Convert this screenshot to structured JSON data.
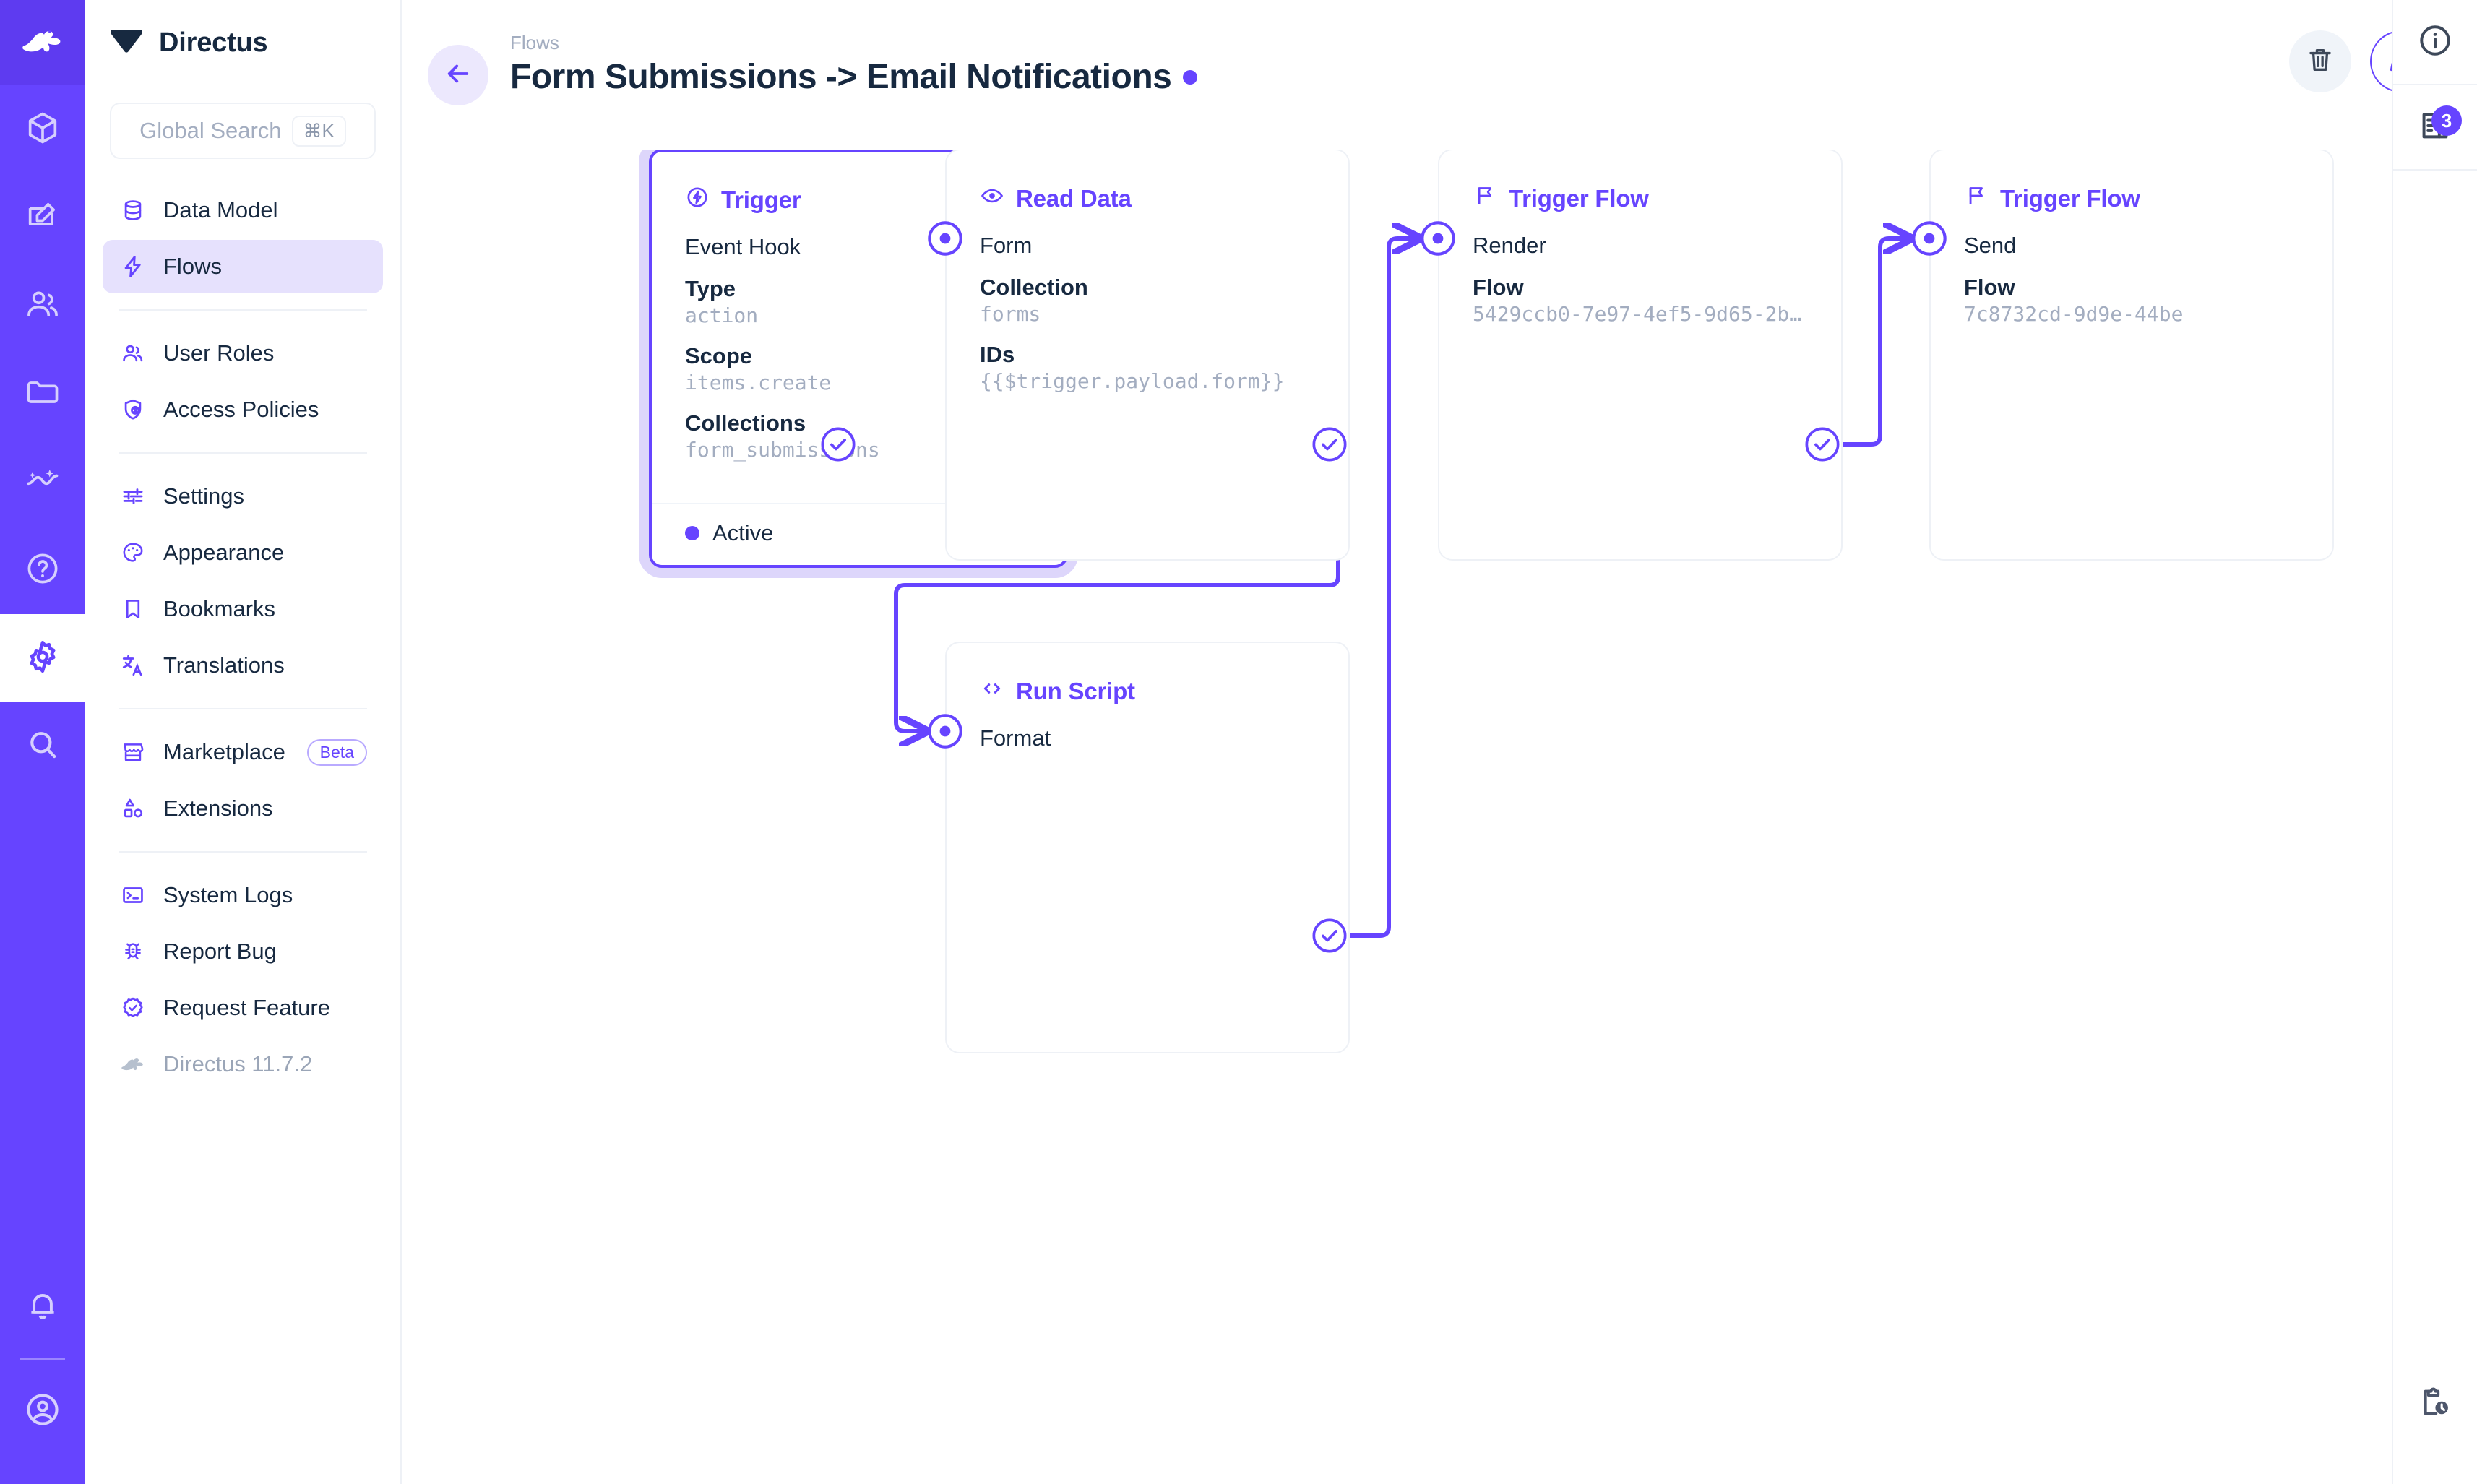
{
  "rail": {
    "logo_icon": "directus-rabbit-logo-icon",
    "items": [
      {
        "icon": "cube-icon",
        "name": "module-content-model",
        "active": false
      },
      {
        "icon": "edit-square-icon",
        "name": "module-content",
        "active": false
      },
      {
        "icon": "users-icon",
        "name": "module-users",
        "active": false
      },
      {
        "icon": "folder-icon",
        "name": "module-files",
        "active": false
      },
      {
        "icon": "insights-icon",
        "name": "module-insights",
        "active": false
      },
      {
        "icon": "question-circle-icon",
        "name": "module-help",
        "active": false
      },
      {
        "icon": "gear-icon",
        "name": "module-settings",
        "active": true
      },
      {
        "icon": "search-icon",
        "name": "module-search",
        "active": false
      }
    ],
    "bottom": [
      {
        "icon": "bell-icon",
        "name": "notifications-button"
      },
      {
        "icon": "account-circle-icon",
        "name": "user-account-button"
      }
    ]
  },
  "sidebar": {
    "brand": {
      "name": "Directus",
      "logo_icon": "directus-mark-icon"
    },
    "search": {
      "placeholder": "Global Search",
      "shortcut": "⌘K"
    },
    "groups": [
      {
        "items": [
          {
            "label": "Data Model",
            "icon": "database-icon",
            "selected": false
          },
          {
            "label": "Flows",
            "icon": "bolt-icon",
            "selected": true
          }
        ]
      },
      {
        "items": [
          {
            "label": "User Roles",
            "icon": "people-icon",
            "selected": false
          },
          {
            "label": "Access Policies",
            "icon": "shield-person-icon",
            "selected": false
          }
        ]
      },
      {
        "items": [
          {
            "label": "Settings",
            "icon": "tune-icon",
            "selected": false
          },
          {
            "label": "Appearance",
            "icon": "palette-icon",
            "selected": false
          },
          {
            "label": "Bookmarks",
            "icon": "bookmark-icon",
            "selected": false
          },
          {
            "label": "Translations",
            "icon": "translate-icon",
            "selected": false
          }
        ]
      },
      {
        "items": [
          {
            "label": "Marketplace",
            "icon": "storefront-icon",
            "selected": false,
            "badge": "Beta"
          },
          {
            "label": "Extensions",
            "icon": "shapes-icon",
            "selected": false
          }
        ]
      },
      {
        "items": [
          {
            "label": "System Logs",
            "icon": "terminal-icon",
            "selected": false
          },
          {
            "label": "Report Bug",
            "icon": "bug-icon",
            "selected": false
          },
          {
            "label": "Request Feature",
            "icon": "verified-icon",
            "selected": false
          },
          {
            "label": "Directus 11.7.2",
            "icon": "directus-rabbit-icon",
            "selected": false,
            "muted": true
          }
        ]
      }
    ]
  },
  "header": {
    "breadcrumb": "Flows",
    "title": "Form Submissions -> Email Notifications",
    "status_dot_color": "#6644ff",
    "back_icon": "arrow-left-icon",
    "actions": [
      {
        "name": "delete-flow-button",
        "icon": "trash-icon",
        "style": "ghost"
      },
      {
        "name": "edit-flow-button",
        "icon": "pencil-icon",
        "style": "outline"
      }
    ]
  },
  "drawer": {
    "buttons": [
      {
        "name": "flow-info-button",
        "icon": "info-circle-icon",
        "badge": null
      },
      {
        "name": "flow-logs-button",
        "icon": "receipt-long-icon",
        "badge": "3"
      }
    ],
    "bottom": {
      "name": "activity-history-button",
      "icon": "clipboard-clock-icon"
    }
  },
  "flow": {
    "nodes": [
      {
        "id": "trigger",
        "kind": "trigger",
        "title": "Trigger",
        "title_icon": "bolt-circle-icon",
        "subtitle": "Event Hook",
        "fields": [
          {
            "key": "Type",
            "value": "action"
          },
          {
            "key": "Scope",
            "value": "items.create"
          },
          {
            "key": "Collections",
            "value": "form_submissions"
          }
        ],
        "status": "Active"
      },
      {
        "id": "read-data",
        "kind": "operation",
        "title": "Read Data",
        "title_icon": "eye-icon",
        "subtitle": "Form",
        "fields": [
          {
            "key": "Collection",
            "value": "forms"
          },
          {
            "key": "IDs",
            "value": "{{$trigger.payload.form}}"
          }
        ]
      },
      {
        "id": "run-script",
        "kind": "operation",
        "title": "Run Script",
        "title_icon": "code-icon",
        "subtitle": "Format",
        "fields": []
      },
      {
        "id": "trigger-flow-render",
        "kind": "operation",
        "title": "Trigger Flow",
        "title_icon": "flag-icon",
        "subtitle": "Render",
        "fields": [
          {
            "key": "Flow",
            "value": "5429ccb0-7e97-4ef5-9d65-2b…"
          }
        ]
      },
      {
        "id": "trigger-flow-send",
        "kind": "operation",
        "title": "Trigger Flow",
        "title_icon": "flag-icon",
        "subtitle": "Send",
        "fields": [
          {
            "key": "Flow",
            "value": "7c8732cd-9d9e-44be"
          }
        ]
      }
    ],
    "edge_color": "#6644ff"
  }
}
